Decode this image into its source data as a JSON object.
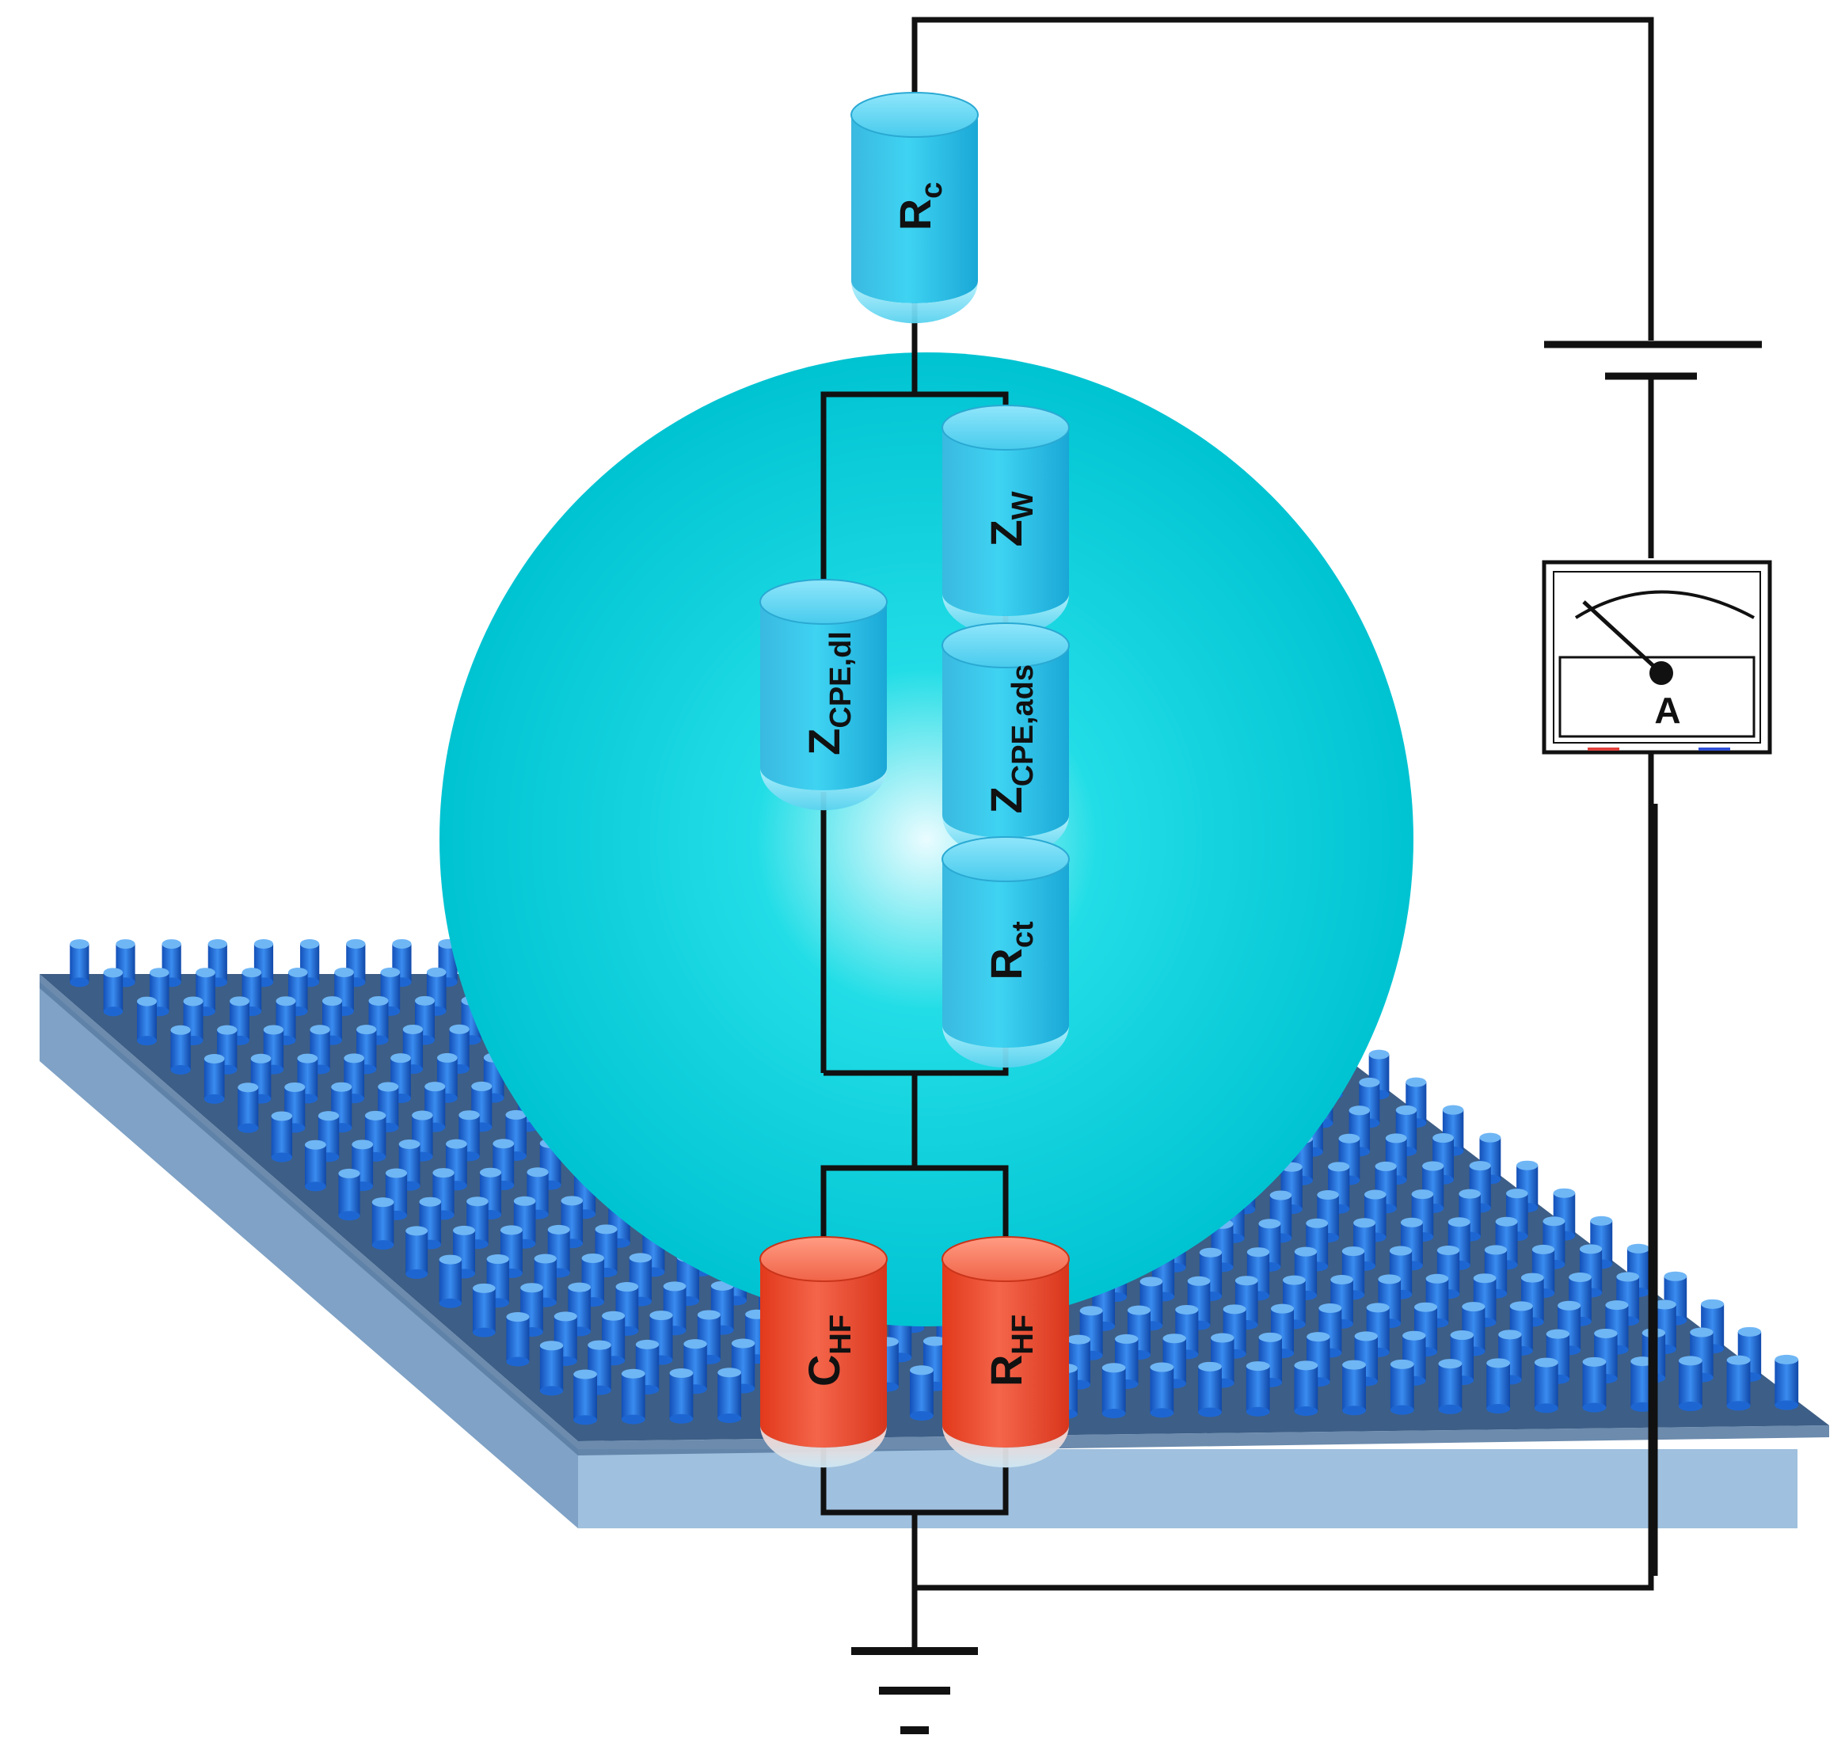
{
  "colors": {
    "substrate_top": "#3d5e86",
    "substrate_front": "#9fc0de",
    "substrate_side": "#7fa2c6",
    "pillar": "#1d66d2",
    "pillar_top": "#6fb6f5",
    "sphere_center": "#eafcff",
    "sphere_mid": "#22dde6",
    "sphere_edge": "#00c3d2",
    "cyan_cylinder": "#35c8ea",
    "red_cylinder": "#f0502c",
    "wire": "#111111",
    "meter_red": "#e0413b",
    "meter_blue": "#2f4fd6"
  },
  "components": [
    {
      "id": "rc",
      "main": "R",
      "sub": "c",
      "color": "cyan"
    },
    {
      "id": "zw",
      "main": "Z",
      "sub": "W",
      "color": "cyan"
    },
    {
      "id": "zcpe_dl",
      "main": "Z",
      "sub": "CPE,dl",
      "color": "cyan"
    },
    {
      "id": "zcpe_ads",
      "main": "Z",
      "sub": "CPE,ads",
      "color": "cyan"
    },
    {
      "id": "rct",
      "main": "R",
      "sub": "ct",
      "color": "cyan"
    },
    {
      "id": "chf",
      "main": "C",
      "sub": "HF",
      "color": "red"
    },
    {
      "id": "rhf",
      "main": "R",
      "sub": "HF",
      "color": "red"
    }
  ],
  "ammeter": {
    "label": "A"
  }
}
